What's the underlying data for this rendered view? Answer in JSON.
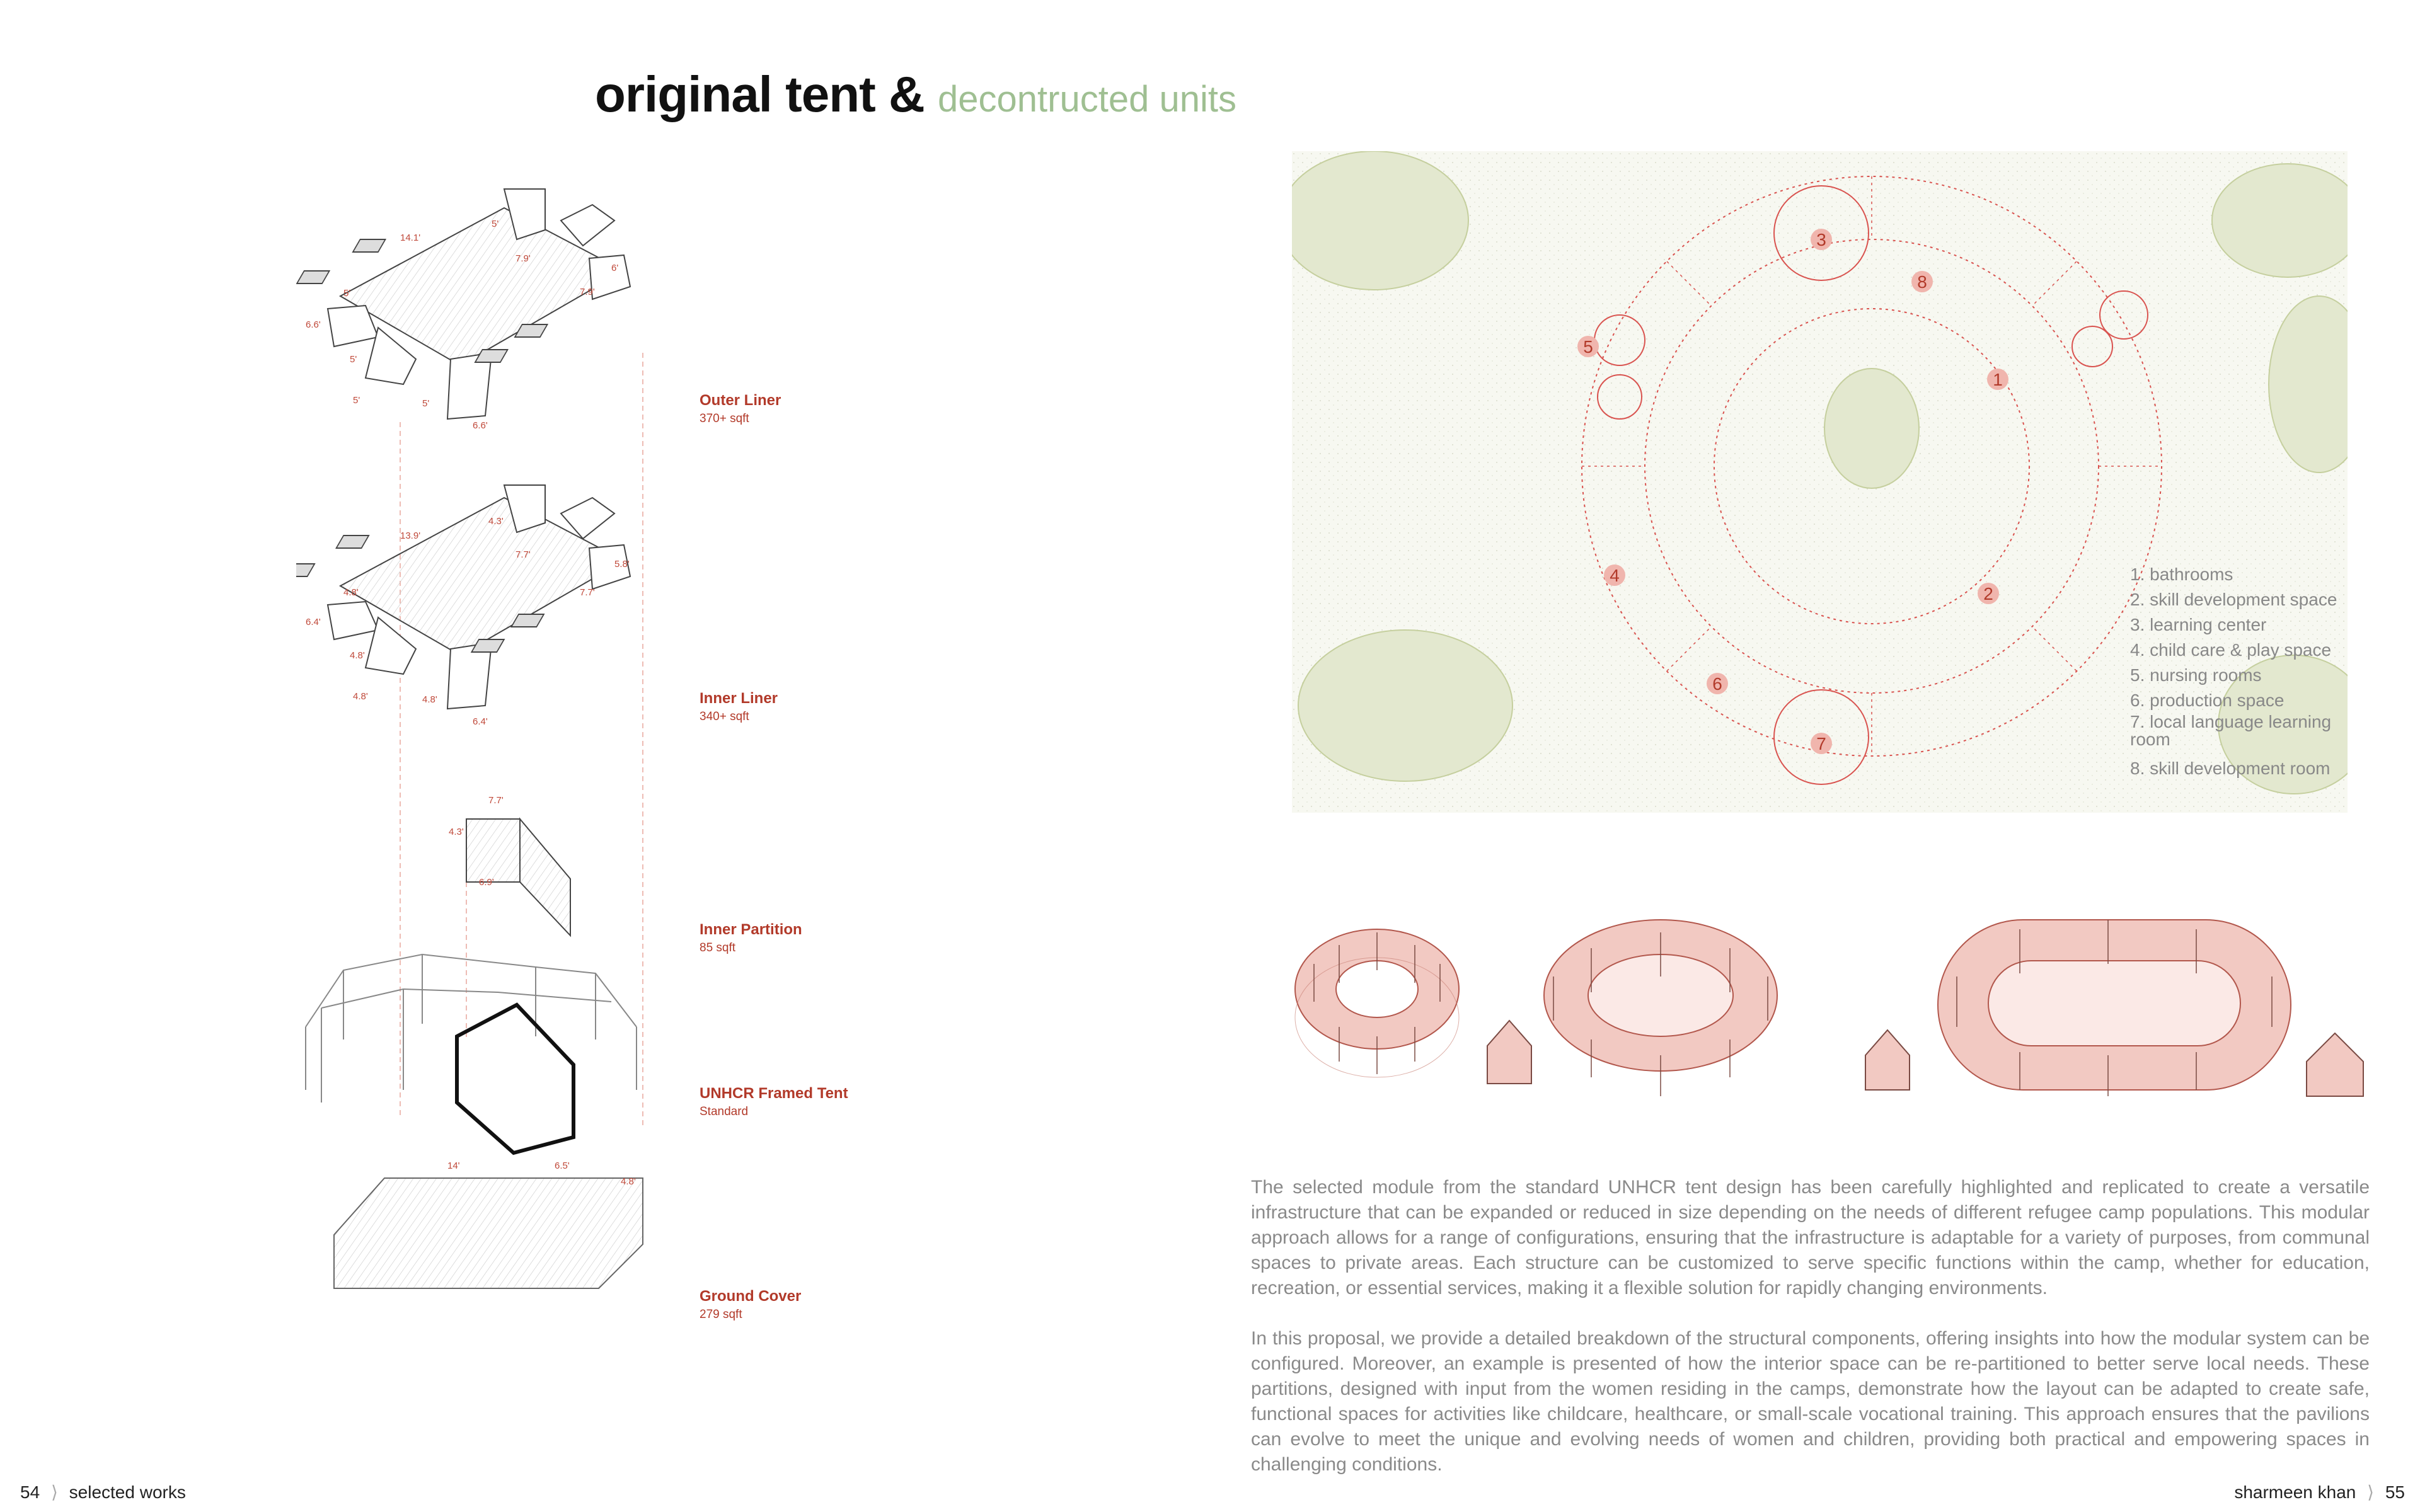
{
  "title": {
    "bold": "original tent &",
    "light": "decontructed units"
  },
  "layers": [
    {
      "name": "Outer Liner",
      "area": "370+ sqft"
    },
    {
      "name": "Inner Liner",
      "area": "340+ sqft"
    },
    {
      "name": "Inner Partition",
      "area": "85 sqft"
    },
    {
      "name": "UNHCR Framed Tent",
      "area": "Standard"
    },
    {
      "name": "Ground Cover",
      "area": "279 sqft"
    }
  ],
  "dimensions": {
    "outer": [
      "14.1'",
      "5'",
      "7.9'",
      "6'",
      "7.9'",
      "5'",
      "6.6'",
      "5'",
      "5'",
      "5'",
      "6.6'"
    ],
    "inner": [
      "13.9'",
      "4.3'",
      "7.7'",
      "5.8'",
      "7.7'",
      "4.8'",
      "6.4'",
      "4.8'",
      "4.8'",
      "4.8'",
      "6.4'"
    ],
    "partition": [
      "7.7'",
      "4.3'",
      "6.9'"
    ],
    "ground": [
      "14'",
      "6.5'",
      "4.8'"
    ]
  },
  "site_plan": {
    "zone_numbers": [
      "1",
      "2",
      "3",
      "4",
      "5",
      "6",
      "7",
      "8"
    ],
    "legend": [
      "1. bathrooms",
      "2. skill development space",
      "3. learning center",
      "4. child care & play space",
      "5. nursing rooms",
      "6. production space",
      "7. local language learning room",
      "8. skill development room"
    ]
  },
  "paragraphs": [
    "The selected module from the standard UNHCR tent design has been carefully highlighted and replicated to create a versatile infrastructure that can be expanded or reduced in size depending on the needs of different refugee camp populations. This modular approach allows for a range of configurations, ensuring that the infrastructure is adaptable for a variety of purposes, from communal spaces to private areas. Each structure can be customized to serve specific functions within the camp, whether for education, recreation, or essential services, making it a flexible solution for rapidly changing environments.",
    "In this proposal, we provide a detailed breakdown of the structural components, offering insights into how the modular system can be configured. Moreover, an example is presented of how the interior space can be re-partitioned to better serve local needs. These partitions, designed with input from the women residing in the camps, demonstrate how the layout can be adapted to create safe, functional spaces for activities like childcare, healthcare, or small-scale vocational training. This approach ensures that the pavilions can evolve to meet the unique and evolving needs of women and children, providing both practical and empowering spaces in challenging conditions."
  ],
  "footer": {
    "left_page": "54",
    "left_text": "selected works",
    "right_text": "sharmeen khan",
    "right_page": "55"
  },
  "colors": {
    "accent": "#b23a2a",
    "title_light": "#9fbf92",
    "diagram_red": "#d9534f",
    "pink_fill": "#f2c9c2"
  }
}
